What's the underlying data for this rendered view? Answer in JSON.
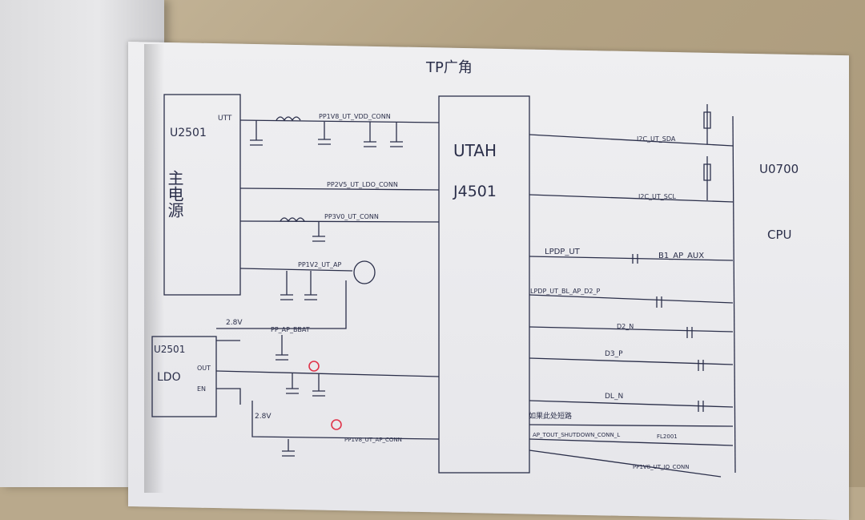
{
  "sheet_title": "TP广角",
  "blocks": {
    "u2501_main": {
      "ref": "U2501",
      "name": "主电源",
      "pin_label_top": "UTT"
    },
    "u2501_ldo": {
      "ref": "U2501",
      "name": "LDO"
    },
    "utah": {
      "name": "UTAH",
      "ref": "J4501"
    },
    "cpu": {
      "ref": "U0700",
      "name": "CPU"
    }
  },
  "nets": {
    "pp1v8": "PP1V8_UT_VDD_CONN",
    "pp2v5": "PP2V5_UT_LDO_CONN",
    "pp3v0": "PP3V0_UT_CONN",
    "pp1v2": "PP1V2_UT_AP",
    "i2c_sda": "I2C_UT_SDA",
    "i2c_scl": "I2C_UT_SCL",
    "lpdp": "LPDP_UT",
    "ap_aux": "B1_AP_AUX",
    "lpdp_n": "LPDP_UT_BL_AP_D2_P",
    "d2_n": "D2_N",
    "d3_p": "D3_P",
    "dl_n": "DL_N",
    "ap_ut_shutdown": "AP_TOUT_SHUTDOWN_CONN_L",
    "pp_ut_ap": "PP1V8_UT_AP_CONN",
    "pp_ut_io": "PP1V8_UT_IO_CONN"
  },
  "labels": {
    "volt_28": "2.8V",
    "volt_28b": "2.8V",
    "pin_en": "EN",
    "pin_out": "OUT",
    "ldo_out": "PP_AP_BBAT",
    "note_red": "FL2001",
    "note_bottom": "如果此处短路"
  },
  "colors": {
    "ink": "#2b2f4a",
    "paper": "#ececef",
    "red_mark": "#e0344a"
  }
}
